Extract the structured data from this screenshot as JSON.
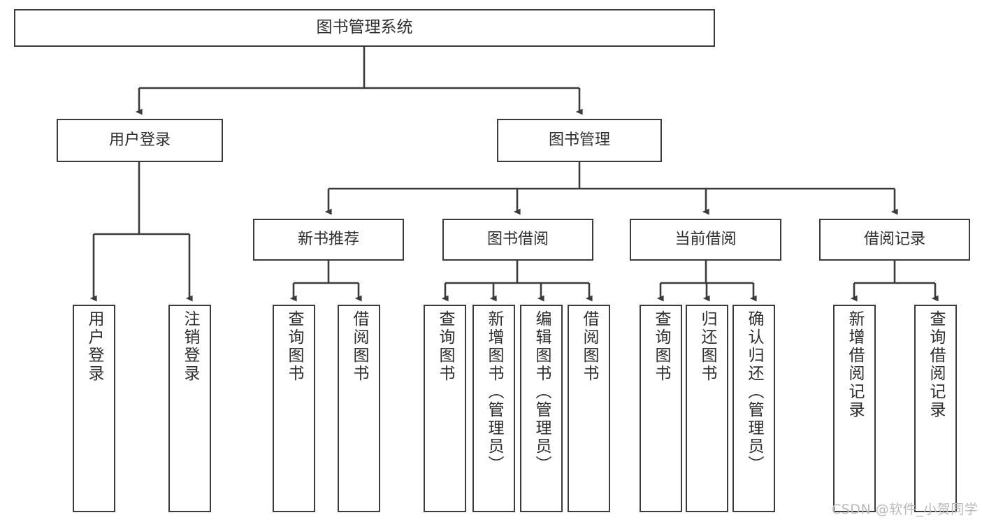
{
  "diagram": {
    "type": "tree",
    "title": "图书管理系统",
    "root": {
      "label": "图书管理系统"
    },
    "level1": [
      {
        "label": "用户登录"
      },
      {
        "label": "图书管理"
      }
    ],
    "level2": [
      {
        "label": "新书推荐"
      },
      {
        "label": "图书借阅"
      },
      {
        "label": "当前借阅"
      },
      {
        "label": "借阅记录"
      }
    ],
    "leaves": {
      "user_login": [
        {
          "label": "用户登录"
        },
        {
          "label": "注销登录"
        }
      ],
      "new_book_recommend": [
        {
          "label": "查询图书"
        },
        {
          "label": "借阅图书"
        }
      ],
      "book_borrow": [
        {
          "label": "查询图书"
        },
        {
          "label": "新增图书（管理员）"
        },
        {
          "label": "编辑图书（管理员）"
        },
        {
          "label": "借阅图书"
        }
      ],
      "current_borrow": [
        {
          "label": "查询图书"
        },
        {
          "label": "归还图书"
        },
        {
          "label": "确认归还（管理员）"
        }
      ],
      "borrow_record": [
        {
          "label": "新增借阅记录"
        },
        {
          "label": "查询借阅记录"
        }
      ]
    }
  },
  "watermark": {
    "text": "CSDN @软件_小贺同学"
  },
  "colors": {
    "box_border": "#3b3b3b",
    "box_fill": "#ffffff",
    "text": "#2e2e2e",
    "connector": "#3b3b3b",
    "watermark": "#b9b9b9",
    "background": "#ffffff"
  }
}
